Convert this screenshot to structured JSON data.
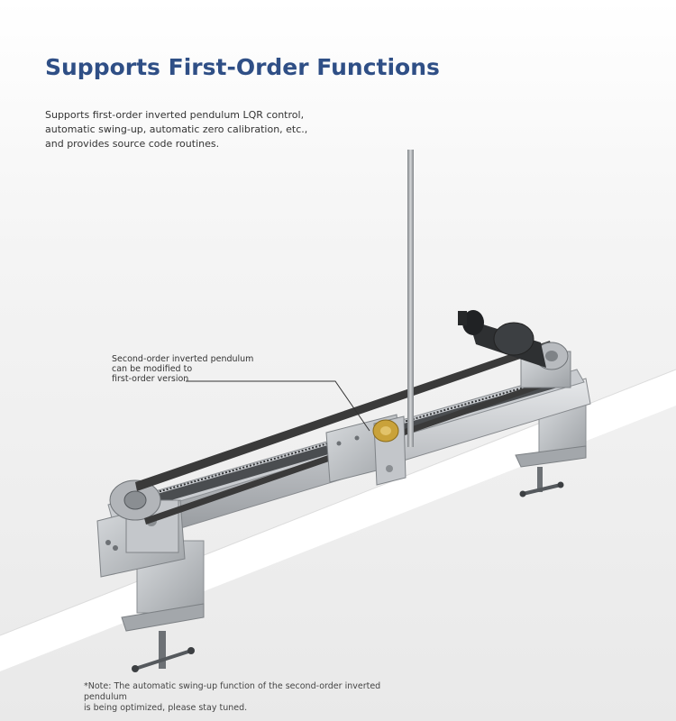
{
  "header": {
    "title": "Supports First-Order Functions",
    "description": "Supports first-order inverted pendulum LQR control, automatic swing-up, automatic zero calibration, etc., and provides source code routines."
  },
  "callout": {
    "lines": [
      "Second-order inverted pendulum",
      "can be modified to",
      "first-order version"
    ]
  },
  "footer": {
    "note_line1": "*Note: The automatic swing-up function of the second-order inverted pendulum",
    "note_line2": "is being optimized, please stay tuned."
  },
  "colors": {
    "title": "#2f4f86",
    "aluminum": "#b9bcc0",
    "belt": "#3a3a3a",
    "brass": "#c9a23a"
  }
}
